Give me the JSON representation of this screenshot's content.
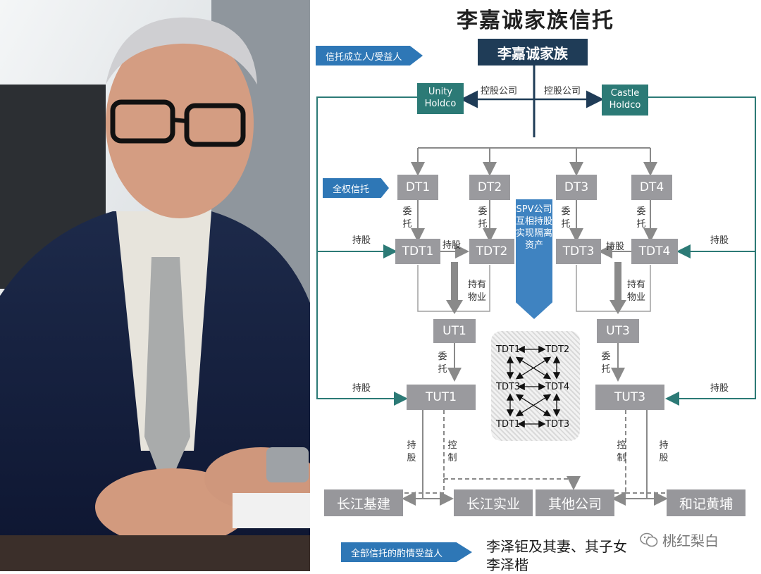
{
  "title": "李嘉诚家族信托",
  "tags": {
    "settlor": "信托成立人/受益人",
    "full_trust": "全权信托",
    "beneficiaries": "全部信托的酌情受益人"
  },
  "family": "李嘉诚家族",
  "unity": {
    "line1": "Unity",
    "line2": "Holdco"
  },
  "castle": {
    "line1": "Castle",
    "line2": "Holdco"
  },
  "holding_company_left": "控股公司",
  "holding_company_right": "控股公司",
  "dt": [
    "DT1",
    "DT2",
    "DT3",
    "DT4"
  ],
  "tdt": [
    "TDT1",
    "TDT2",
    "TDT3",
    "TDT4"
  ],
  "ut": [
    "UT1",
    "UT3"
  ],
  "tut": [
    "TUT1",
    "TUT3"
  ],
  "labels": {
    "entrust": "委托",
    "hold_shares": "持股",
    "hold_property": "持有物业",
    "control": "控制",
    "spv": "SPV公司互相持股实现隔离资产"
  },
  "cross": {
    "r1a": "TDT1",
    "r1b": "TDT2",
    "r2a": "TDT3",
    "r2b": "TDT4",
    "r3a": "TDT1",
    "r3b": "TDT3"
  },
  "companies": [
    "长江基建",
    "长江实业",
    "其他公司",
    "和记黄埔"
  ],
  "beneficiary_line1": "李泽钜及其妻、其子女",
  "beneficiary_line2": "李泽楷",
  "watermark": "桃红梨白"
}
